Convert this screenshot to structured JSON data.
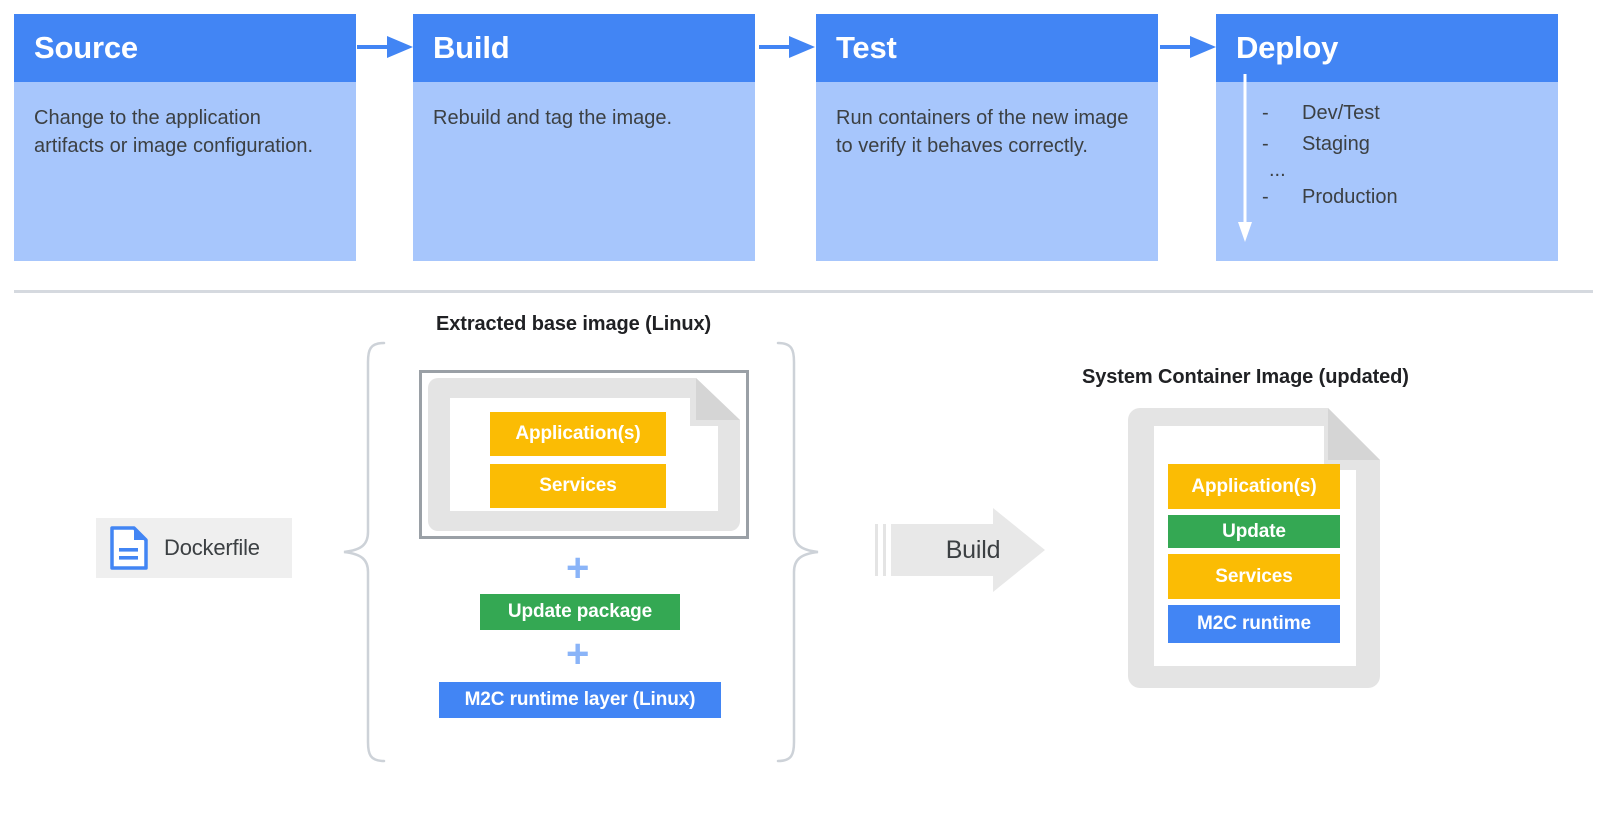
{
  "pipeline": {
    "cards": [
      {
        "title": "Source",
        "body": "Change to the application artifacts or image configuration."
      },
      {
        "title": "Build",
        "body": "Rebuild and tag the image."
      },
      {
        "title": "Test",
        "body": "Run containers of the new image to verify it behaves correctly."
      },
      {
        "title": "Deploy",
        "body": ""
      }
    ],
    "deploy_items": [
      {
        "marker": "-",
        "label": "Dev/Test"
      },
      {
        "marker": "-",
        "label": "Staging"
      },
      {
        "marker": "...",
        "label": ""
      },
      {
        "marker": "-",
        "label": "Production"
      }
    ]
  },
  "lower": {
    "left_label": "Extracted base image (Linux)",
    "right_label": "System Container Image (updated)",
    "dockerfile": {
      "label": "Dockerfile",
      "icon": "file-icon"
    },
    "build_arrow": {
      "label": "Build"
    },
    "plus_symbol": "+",
    "base_layers": [
      {
        "label": "Application(s)",
        "color": "#FBBC04"
      },
      {
        "label": "Services",
        "color": "#FBBC04"
      }
    ],
    "added_layers": [
      {
        "label": "Update package",
        "color": "#34A853"
      },
      {
        "label": "M2C runtime layer (Linux)",
        "color": "#4285F4"
      }
    ],
    "result_layers": [
      {
        "label": "Application(s)",
        "color": "#FBBC04"
      },
      {
        "label": "Update",
        "color": "#34A853"
      },
      {
        "label": "Services",
        "color": "#FBBC04"
      },
      {
        "label": "M2C runtime",
        "color": "#4285F4"
      }
    ]
  },
  "colors": {
    "header_blue": "#4285F4",
    "body_blue": "#A7C6FC",
    "yellow": "#FBBC04",
    "green": "#34A853",
    "blue": "#4285F4",
    "plus_blue": "#8AB4F8",
    "doc_gray": "#E4E4E4",
    "outline_gray": "#9AA0A6",
    "divider_gray": "#D5D9DF",
    "text_dark": "#3C4043"
  }
}
